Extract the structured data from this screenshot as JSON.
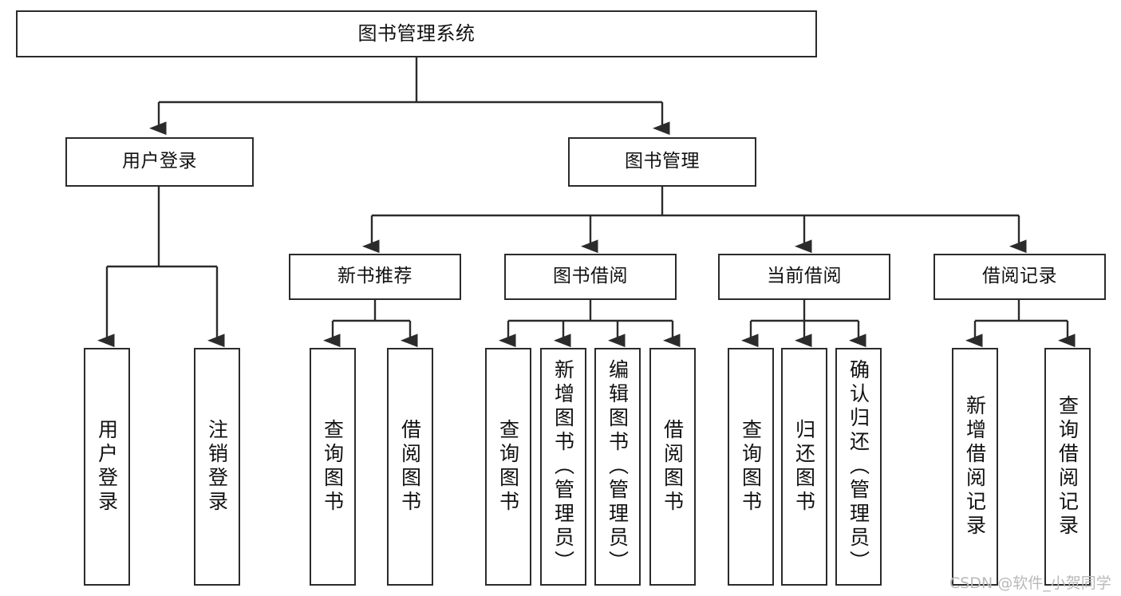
{
  "diagram": {
    "title": "图书管理系统",
    "type": "tree",
    "watermark": "CSDN @软件_小贺同学",
    "colors": {
      "stroke": "#2b2b2b",
      "fill": "#ffffff",
      "text": "#111111",
      "watermark": "#b9b9b9"
    },
    "levels": [
      {
        "level": 0,
        "nodes": [
          {
            "id": "root",
            "label": "图书管理系统",
            "orientation": "horizontal"
          }
        ]
      },
      {
        "level": 1,
        "nodes": [
          {
            "id": "user-login",
            "label": "用户登录",
            "orientation": "horizontal",
            "parent": "root"
          },
          {
            "id": "book-manage",
            "label": "图书管理",
            "orientation": "horizontal",
            "parent": "root"
          }
        ]
      },
      {
        "level": 2,
        "nodes": [
          {
            "id": "new-book-rec",
            "label": "新书推荐",
            "orientation": "horizontal",
            "parent": "book-manage"
          },
          {
            "id": "book-borrow",
            "label": "图书借阅",
            "orientation": "horizontal",
            "parent": "book-manage"
          },
          {
            "id": "current-borrow",
            "label": "当前借阅",
            "orientation": "horizontal",
            "parent": "book-manage"
          },
          {
            "id": "borrow-record",
            "label": "借阅记录",
            "orientation": "horizontal",
            "parent": "book-manage"
          }
        ]
      },
      {
        "level": 3,
        "nodes": [
          {
            "id": "leaf-user-login",
            "label": "用户登录",
            "orientation": "vertical",
            "parent": "user-login"
          },
          {
            "id": "leaf-user-logout",
            "label": "注销登录",
            "orientation": "vertical",
            "parent": "user-login"
          },
          {
            "id": "leaf-query-book-1",
            "label": "查询图书",
            "orientation": "vertical",
            "parent": "new-book-rec"
          },
          {
            "id": "leaf-borrow-book-1",
            "label": "借阅图书",
            "orientation": "vertical",
            "parent": "new-book-rec"
          },
          {
            "id": "leaf-query-book-2",
            "label": "查询图书",
            "orientation": "vertical",
            "parent": "book-borrow"
          },
          {
            "id": "leaf-add-book",
            "label": "新增图书（管理员）",
            "orientation": "vertical",
            "parent": "book-borrow"
          },
          {
            "id": "leaf-edit-book",
            "label": "编辑图书（管理员）",
            "orientation": "vertical",
            "parent": "book-borrow"
          },
          {
            "id": "leaf-borrow-book-2",
            "label": "借阅图书",
            "orientation": "vertical",
            "parent": "book-borrow"
          },
          {
            "id": "leaf-query-book-3",
            "label": "查询图书",
            "orientation": "vertical",
            "parent": "current-borrow"
          },
          {
            "id": "leaf-return-book",
            "label": "归还图书",
            "orientation": "vertical",
            "parent": "current-borrow"
          },
          {
            "id": "leaf-confirm-return",
            "label": "确认归还（管理员）",
            "orientation": "vertical",
            "parent": "current-borrow"
          },
          {
            "id": "leaf-add-record",
            "label": "新增借阅记录",
            "orientation": "vertical",
            "parent": "borrow-record"
          },
          {
            "id": "leaf-query-record",
            "label": "查询借阅记录",
            "orientation": "vertical",
            "parent": "borrow-record"
          }
        ]
      }
    ]
  }
}
